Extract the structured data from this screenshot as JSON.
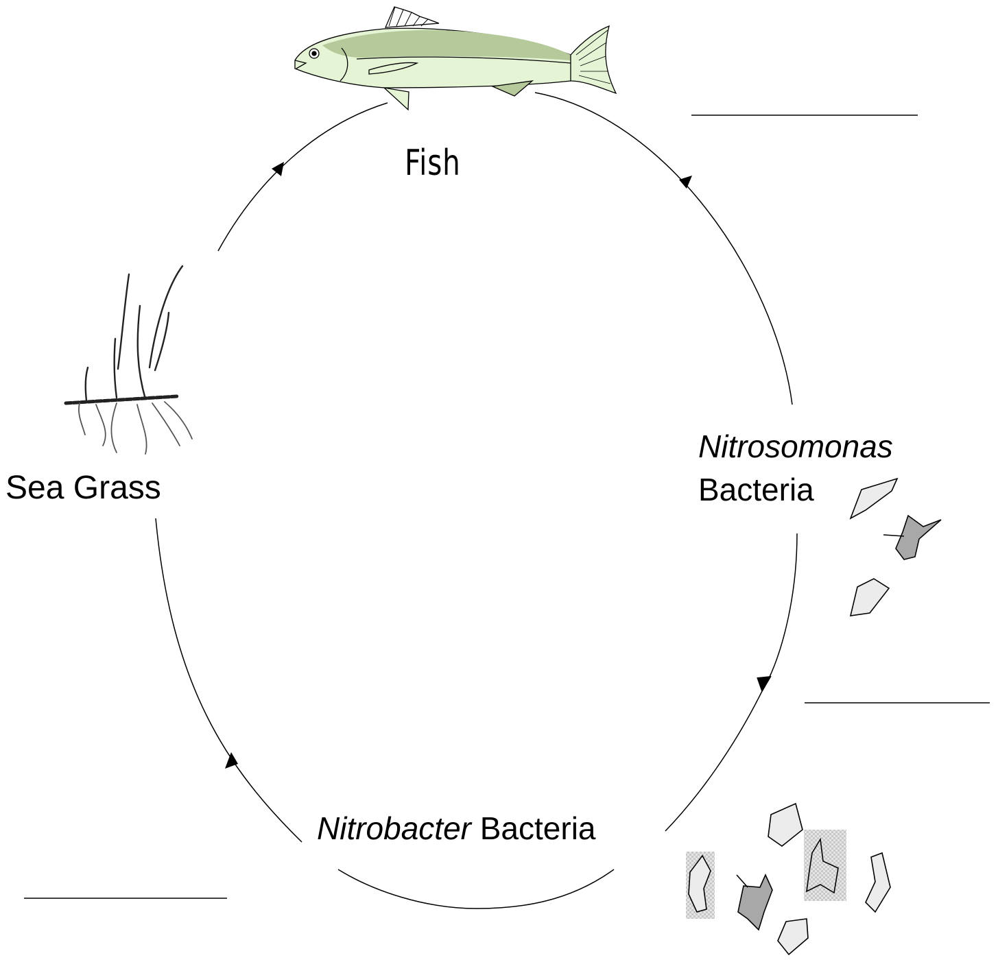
{
  "diagram": {
    "labels": {
      "fish": "Fish",
      "sea_grass": "Sea Grass",
      "nitrosomonas_genus": "Nitrosomonas",
      "nitrosomonas_suffix": "Bacteria",
      "nitrobacter_genus": "Nitrobacter",
      "nitrobacter_suffix": " Bacteria"
    },
    "blank_answer_lines": 3,
    "colors": {
      "line": "#000000",
      "fish_body": "#e4f4d4",
      "fish_back": "#b5c99a",
      "bacteria_light": "#ececec",
      "bacteria_dark": "#a8a8a8"
    }
  }
}
